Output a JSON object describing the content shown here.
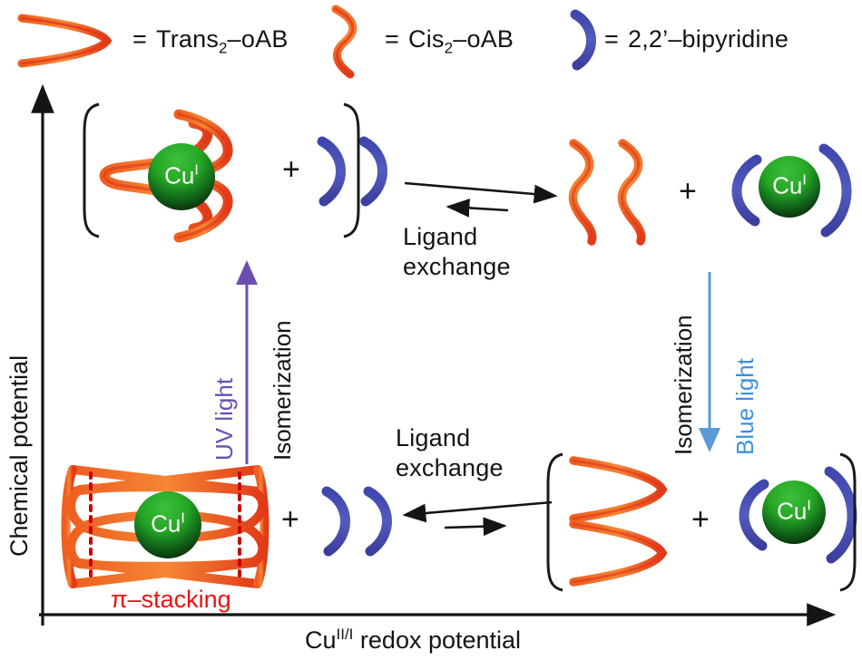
{
  "legend": {
    "items": [
      {
        "icon": "trans-oab-glyph",
        "equals": "=",
        "label": "Trans₂–oAB",
        "label_base": "Trans",
        "label_sub": "2",
        "label_tail": "–oAB",
        "color": "#f26722"
      },
      {
        "icon": "cis-oab-glyph",
        "equals": "=",
        "label": "Cis₂–oAB",
        "label_base": "Cis",
        "label_sub": "2",
        "label_tail": "–oAB",
        "color": "#f26722"
      },
      {
        "icon": "bipyridine-glyph",
        "equals": "=",
        "label": "2,2’–bipyridine",
        "label_base": "2,2’–bipyridine",
        "label_sub": "",
        "label_tail": "",
        "color": "#4a4fae"
      }
    ]
  },
  "axes": {
    "y_label": "Chemical potential",
    "x_label_base": "Cu",
    "x_label_sup": "II/I",
    "x_label_tail": " redox potential",
    "x_label_full": "Cuᴵᴵ/ᴵ redox potential",
    "color": "#141414"
  },
  "metal": {
    "symbol": "Cu",
    "oxidation": "I",
    "label": "Cuᴵ",
    "sphere_top_color": "#2aa02a",
    "sphere_bottom_color": "#000000"
  },
  "quadrants": {
    "top_left": {
      "name": "trans-oAB copper complex",
      "bracketed": true,
      "ligand": "trans-oab-macrocycle",
      "plus": "+",
      "free_ligand": "bipyridine-pair",
      "free_ligand_count": 2
    },
    "top_right": {
      "name": "free cis-oAB plus bipyridine copper complex",
      "bracketed": false,
      "ligand": "cis-oab-free-pair",
      "ligand_count": 2,
      "plus": "+",
      "complex": "bipyridine-copper-complex"
    },
    "bottom_left": {
      "name": "pi-stacked trans-oAB copper complex",
      "bracketed": false,
      "ligand": "pi-stacked-macrocycle",
      "annotation": "π–stacking",
      "annotation_color": "#ee1111",
      "plus": "+",
      "free_ligand": "bipyridine-pair",
      "free_ligand_count": 2
    },
    "bottom_right": {
      "name": "free trans-oAB plus bipyridine copper complex",
      "bracketed": true,
      "ligand": "trans-oab-free-pair",
      "ligand_count": 2,
      "plus": "+",
      "complex": "bipyridine-copper-complex"
    }
  },
  "reactions": {
    "top_horizontal": {
      "label_line1": "Ligand",
      "label_line2": "exchange",
      "forward_direction": "right",
      "reverse_direction": "left",
      "type": "equilibrium",
      "color": "#141414"
    },
    "bottom_horizontal": {
      "label_line1": "Ligand",
      "label_line2": "exchange",
      "forward_direction": "left",
      "reverse_direction": "right",
      "type": "equilibrium",
      "color": "#141414"
    },
    "left_vertical": {
      "stimulus": "UV light",
      "stimulus_color": "#6b4fb0",
      "process": "Isomerization",
      "process_color": "#141414",
      "direction": "up",
      "arrow_color": "#6b4fb0"
    },
    "right_vertical": {
      "stimulus": "Blue light",
      "stimulus_color": "#3d8fe0",
      "process": "Isomerization",
      "process_color": "#141414",
      "direction": "down",
      "arrow_color": "#5b9bd5"
    }
  },
  "colors": {
    "orange_light": "#f47b2a",
    "orange_dark": "#e8451f",
    "blue_ligand": "#4a4fae",
    "green": "#2aa02a",
    "red_dotted": "#cc0000",
    "purple": "#6b4fb0",
    "sky_blue": "#5b9bd5"
  }
}
